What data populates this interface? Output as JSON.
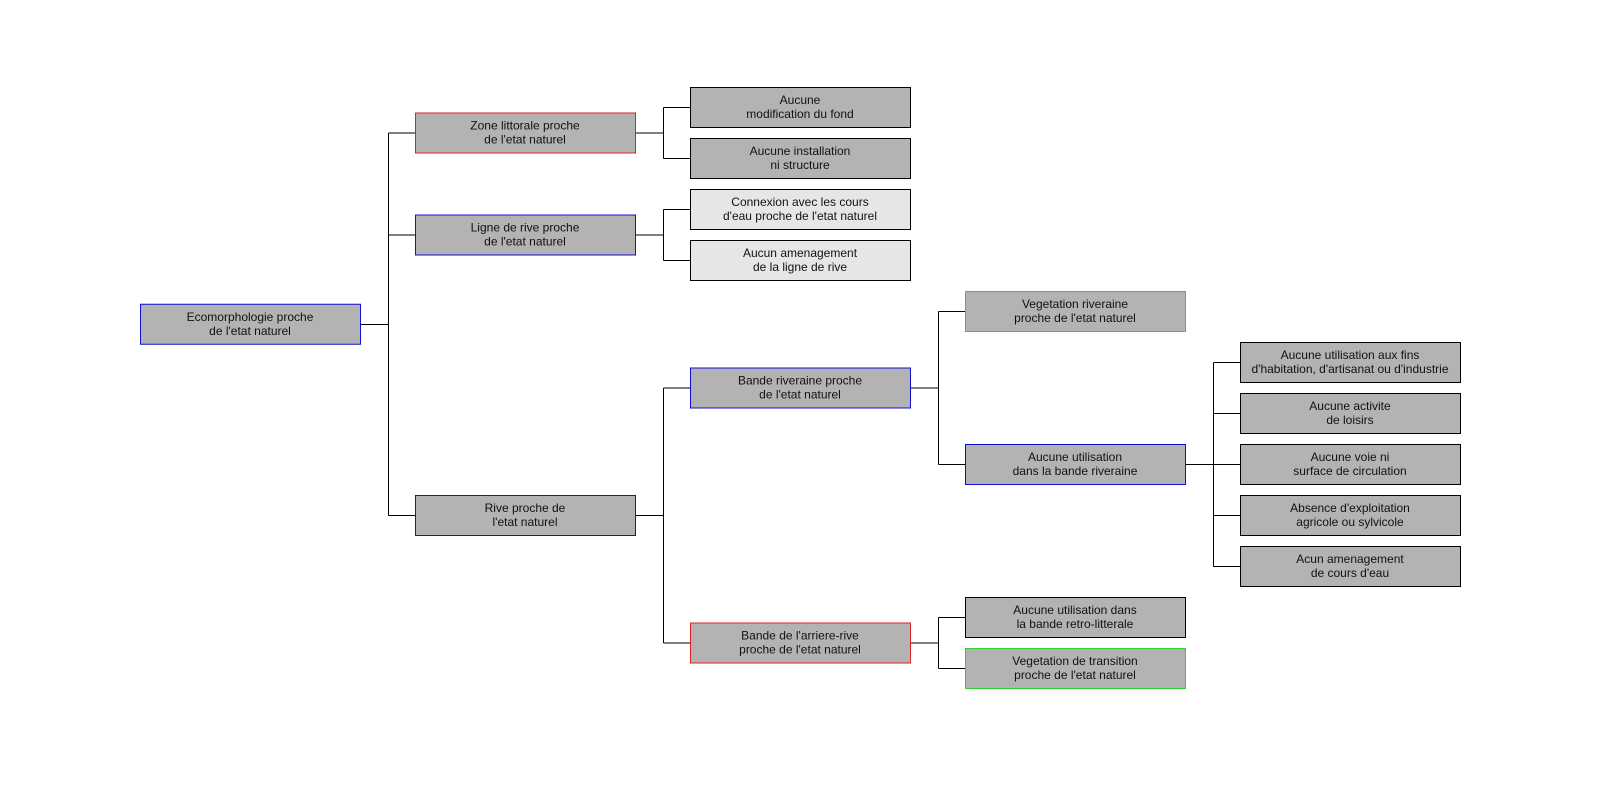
{
  "colors": {
    "node_fill_dark": "#b3b3b3",
    "node_fill_light": "#e6e6e6",
    "border_blue": "#1010d0",
    "border_red": "#e02020",
    "border_green": "#30d030",
    "border_black": "#000000",
    "edge": "#000000"
  },
  "nodes": [
    {
      "id": "root",
      "lines": [
        "Ecomorphologie proche",
        "de l'etat naturel"
      ],
      "border": "blue",
      "fill": "dark"
    },
    {
      "id": "zone-littorale",
      "parent": "root",
      "lines": [
        "Zone littorale proche",
        "de l'etat naturel"
      ],
      "border": "red",
      "fill": "dark"
    },
    {
      "id": "ligne-rive",
      "parent": "root",
      "lines": [
        "Ligne de rive proche",
        "de l'etat naturel"
      ],
      "border": "blue",
      "fill": "dark"
    },
    {
      "id": "rive",
      "parent": "root",
      "lines": [
        "Rive proche de",
        "l'etat naturel"
      ],
      "border": "blue",
      "fill": "dark"
    },
    {
      "id": "aucune-modification",
      "parent": "zone-littorale",
      "lines": [
        "Aucune",
        "modification du fond"
      ],
      "border": "black",
      "fill": "dark"
    },
    {
      "id": "aucune-installation",
      "parent": "zone-littorale",
      "lines": [
        "Aucune installation",
        "ni structure"
      ],
      "border": "black",
      "fill": "dark"
    },
    {
      "id": "connexion-cours",
      "parent": "ligne-rive",
      "lines": [
        "Connexion avec les cours",
        "d'eau proche de l'etat naturel"
      ],
      "border": "black",
      "fill": "light"
    },
    {
      "id": "aucun-amenagement-rive",
      "parent": "ligne-rive",
      "lines": [
        "Aucun amenagement",
        "de la ligne de rive"
      ],
      "border": "black",
      "fill": "light"
    },
    {
      "id": "bande-riveraine",
      "parent": "rive",
      "lines": [
        "Bande riveraine proche",
        "de l'etat naturel"
      ],
      "border": "blue",
      "fill": "dark"
    },
    {
      "id": "bande-arriere-rive",
      "parent": "rive",
      "lines": [
        "Bande de l'arriere-rive",
        "proche de l'etat naturel"
      ],
      "border": "red",
      "fill": "dark"
    },
    {
      "id": "vegetation-riveraine",
      "parent": "bande-riveraine",
      "lines": [
        "Vegetation riveraine",
        "proche de l'etat naturel"
      ],
      "border": "green",
      "fill": "dark"
    },
    {
      "id": "aucune-utilisation-bande",
      "parent": "bande-riveraine",
      "lines": [
        "Aucune utilisation",
        "dans la bande riveraine"
      ],
      "border": "blue",
      "fill": "dark"
    },
    {
      "id": "aucune-utilisation-retro",
      "parent": "bande-arriere-rive",
      "lines": [
        "Aucune utilisation dans",
        "la bande retro-litterale"
      ],
      "border": "black",
      "fill": "dark"
    },
    {
      "id": "vegetation-transition",
      "parent": "bande-arriere-rive",
      "lines": [
        "Vegetation de transition",
        "proche de l'etat naturel"
      ],
      "border": "green",
      "fill": "dark"
    },
    {
      "id": "aucune-utilisation-habitation",
      "parent": "aucune-utilisation-bande",
      "lines": [
        "Aucune utilisation aux fins",
        "d'habitation, d'artisanat ou d'industrie"
      ],
      "border": "black",
      "fill": "dark"
    },
    {
      "id": "aucune-activite-loisirs",
      "parent": "aucune-utilisation-bande",
      "lines": [
        "Aucune activite",
        "de loisirs"
      ],
      "border": "black",
      "fill": "dark"
    },
    {
      "id": "aucune-voie",
      "parent": "aucune-utilisation-bande",
      "lines": [
        "Aucune voie ni",
        "surface de circulation"
      ],
      "border": "black",
      "fill": "dark"
    },
    {
      "id": "absence-exploitation",
      "parent": "aucune-utilisation-bande",
      "lines": [
        "Absence d'exploitation",
        "agricole ou sylvicole"
      ],
      "border": "black",
      "fill": "dark"
    },
    {
      "id": "acun-amenagement-cours",
      "parent": "aucune-utilisation-bande",
      "lines": [
        "Acun amenagement",
        "de cours d'eau"
      ],
      "border": "black",
      "fill": "dark"
    }
  ]
}
